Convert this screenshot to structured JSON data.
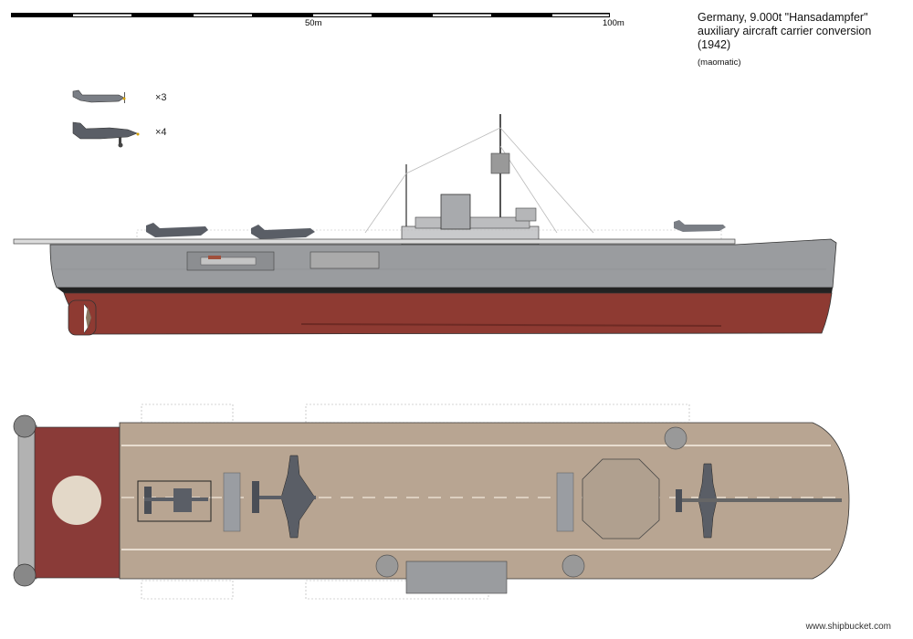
{
  "title": {
    "line1": "Germany, 9.000t \"Hansadampfer\"",
    "line2": "auxiliary aircraft carrier conversion",
    "line3": "(1942)"
  },
  "author": "(maomatic)",
  "scale": {
    "mid_label": "50m",
    "end_label": "100m"
  },
  "air_group": [
    {
      "aircraft": "fighter",
      "count_label": "×3"
    },
    {
      "aircraft": "dive-bomber",
      "count_label": "×4"
    }
  ],
  "credit": "www.shipbucket.com",
  "colors": {
    "hull_gray": "#9a9c9f",
    "hull_red": "#8e3a32",
    "boot_top": "#222222",
    "deck_wood": "#b8a592",
    "stern_red": "#8a3b38",
    "aircraft_gray": "#5a5e66"
  }
}
